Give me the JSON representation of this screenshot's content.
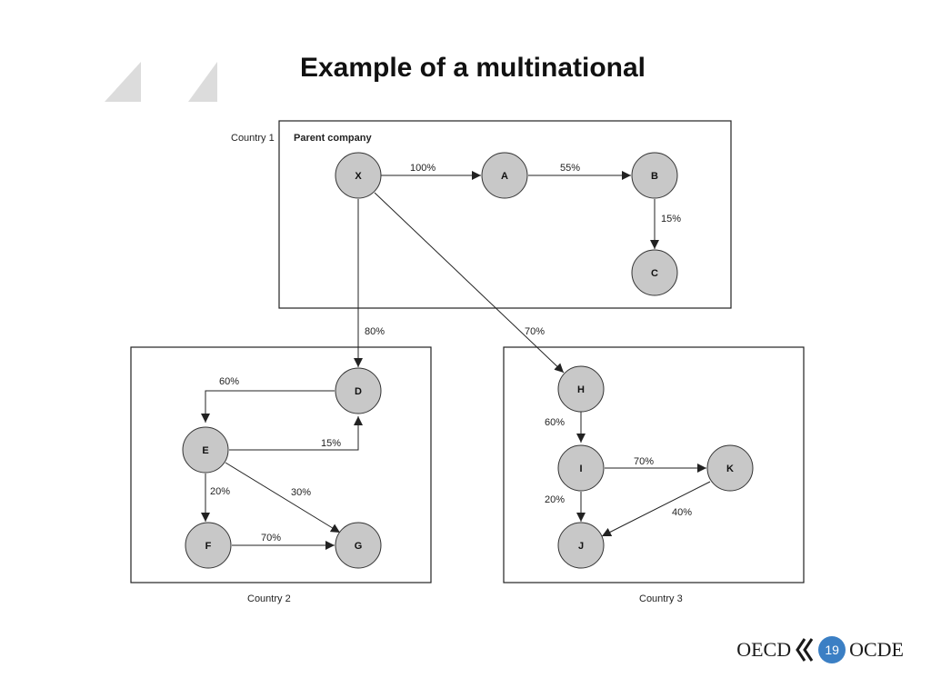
{
  "slide": {
    "title": "Example of a multinational",
    "page_number": "19"
  },
  "footer": {
    "logo_left": "OECD",
    "logo_right": "OCDE"
  },
  "diagram": {
    "countries": {
      "c1": "Country 1",
      "c2": "Country 2",
      "c3": "Country 3"
    },
    "parent_label": "Parent company",
    "nodes": [
      "X",
      "A",
      "B",
      "C",
      "D",
      "E",
      "F",
      "G",
      "H",
      "I",
      "J",
      "K"
    ],
    "edges": [
      {
        "from": "X",
        "to": "A",
        "pct": "100%"
      },
      {
        "from": "A",
        "to": "B",
        "pct": "55%"
      },
      {
        "from": "B",
        "to": "C",
        "pct": "15%"
      },
      {
        "from": "X",
        "to": "D",
        "pct": "80%"
      },
      {
        "from": "X",
        "to": "H",
        "pct": "70%"
      },
      {
        "from": "D",
        "to": "E",
        "pct": "60%"
      },
      {
        "from": "E",
        "to": "D",
        "pct": "15%"
      },
      {
        "from": "E",
        "to": "F",
        "pct": "20%"
      },
      {
        "from": "E",
        "to": "G",
        "pct": "30%"
      },
      {
        "from": "F",
        "to": "G",
        "pct": "70%"
      },
      {
        "from": "H",
        "to": "I",
        "pct": "60%"
      },
      {
        "from": "I",
        "to": "K",
        "pct": "70%"
      },
      {
        "from": "I",
        "to": "J",
        "pct": "20%"
      },
      {
        "from": "K",
        "to": "J",
        "pct": "40%"
      }
    ]
  }
}
